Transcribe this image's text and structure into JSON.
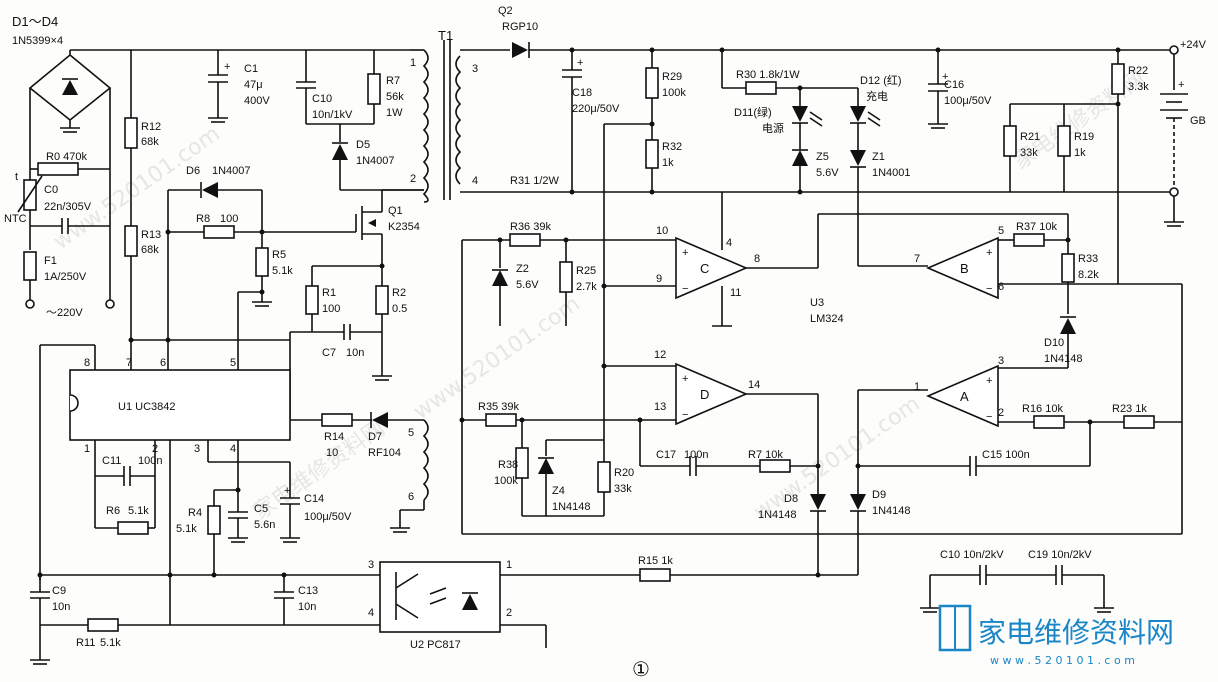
{
  "bridge": {
    "name": "D1～D4",
    "part": "1N5399×4"
  },
  "c1": {
    "name": "C1",
    "value": "47μ",
    "voltage": "400V"
  },
  "c10a": {
    "name": "C10",
    "value": "10n/1kV"
  },
  "r7a": {
    "name": "R7",
    "value": "56k",
    "power": "1W"
  },
  "d5": {
    "name": "D5",
    "part": "1N4007"
  },
  "t1": {
    "name": "T1",
    "pin1": "1",
    "pin2": "2",
    "pin3": "3",
    "pin4": "4",
    "pin5": "5",
    "pin6": "6"
  },
  "q2": {
    "name": "Q2",
    "part": "RGP10"
  },
  "c18": {
    "name": "C18",
    "value": "220μ/50V"
  },
  "r29": {
    "name": "R29",
    "value": "100k"
  },
  "r32": {
    "name": "R32",
    "value": "1k"
  },
  "r30": {
    "name": "R30",
    "value": "1.8k/1W"
  },
  "d11": {
    "name": "D11(绿)",
    "label": "电源"
  },
  "d12": {
    "name": "D12 (红)",
    "label": "充电"
  },
  "z5": {
    "name": "Z5",
    "value": "5.6V"
  },
  "z1": {
    "name": "Z1",
    "value": "1N4001"
  },
  "c16": {
    "name": "C16",
    "value": "100μ/50V"
  },
  "r22": {
    "name": "R22",
    "value": "3.3k"
  },
  "r21": {
    "name": "R21",
    "value": "33k"
  },
  "r19": {
    "name": "R19",
    "value": "1k"
  },
  "out_v": "+24V",
  "gb": "GB",
  "r12": {
    "name": "R12",
    "value": "68k"
  },
  "r0": {
    "name": "R0",
    "value": "470k"
  },
  "ntc": {
    "name": "NTC",
    "mark": "t"
  },
  "c0": {
    "name": "C0",
    "value": "22n/305V"
  },
  "f1": {
    "name": "F1",
    "value": "1A/250V"
  },
  "ac_in": "～220V",
  "d6": {
    "name": "D6",
    "part": "1N4007"
  },
  "r8": {
    "name": "R8",
    "value": "100"
  },
  "q1": {
    "name": "Q1",
    "part": "K2354"
  },
  "r13": {
    "name": "R13",
    "value": "68k"
  },
  "r5": {
    "name": "R5",
    "value": "5.1k"
  },
  "r1": {
    "name": "R1",
    "value": "100"
  },
  "r2": {
    "name": "R2",
    "value": "0.5"
  },
  "c7": {
    "name": "C7",
    "value": "10n"
  },
  "u1": {
    "name": "U1",
    "part": "UC3842",
    "pins": [
      "8",
      "7",
      "6",
      "5",
      "1",
      "2",
      "3",
      "4"
    ]
  },
  "r14": {
    "name": "R14",
    "value": "10"
  },
  "d7": {
    "name": "D7",
    "part": "RF104"
  },
  "c11": {
    "name": "C11",
    "value": "100n"
  },
  "r6": {
    "name": "R6",
    "value": "5.1k"
  },
  "r4": {
    "name": "R4",
    "value": "5.1k"
  },
  "c5": {
    "name": "C5",
    "value": "5.6n"
  },
  "c14": {
    "name": "C14",
    "value": "100μ/50V"
  },
  "c9": {
    "name": "C9",
    "value": "10n"
  },
  "c13": {
    "name": "C13",
    "value": "10n"
  },
  "r11": {
    "name": "R11",
    "value": "5.1k"
  },
  "u2": {
    "name": "U2",
    "part": "PC817",
    "pins": [
      "3",
      "4",
      "1",
      "2"
    ]
  },
  "r15": {
    "name": "R15",
    "value": "1k"
  },
  "r31": {
    "name": "R31",
    "value": "1/2W"
  },
  "r36": {
    "name": "R36",
    "value": "39k"
  },
  "z2": {
    "name": "Z2",
    "value": "5.6V"
  },
  "r25": {
    "name": "R25",
    "value": "2.7k"
  },
  "u3": {
    "name": "U3",
    "part": "LM324"
  },
  "opC": {
    "name": "C",
    "pins": [
      "10",
      "9",
      "8",
      "4",
      "11"
    ]
  },
  "opB": {
    "name": "B",
    "pins": [
      "5",
      "6",
      "7"
    ]
  },
  "opD": {
    "name": "D",
    "pins": [
      "12",
      "13",
      "14"
    ]
  },
  "opA": {
    "name": "A",
    "pins": [
      "3",
      "2",
      "1"
    ]
  },
  "r37": {
    "name": "R37",
    "value": "10k"
  },
  "r33": {
    "name": "R33",
    "value": "8.2k"
  },
  "d10": {
    "name": "D10",
    "part": "1N4148"
  },
  "r35": {
    "name": "R35",
    "value": "39k"
  },
  "r38": {
    "name": "R38",
    "value": "100k"
  },
  "z4": {
    "name": "Z4",
    "value": "1N4148"
  },
  "r20": {
    "name": "R20",
    "value": "33k"
  },
  "c17": {
    "name": "C17",
    "value": "100n"
  },
  "r7b": {
    "name": "R7",
    "value": "10k"
  },
  "d8": {
    "name": "D8",
    "part": "1N4148"
  },
  "d9": {
    "name": "D9",
    "part": "1N4148"
  },
  "r16": {
    "name": "R16",
    "value": "10k"
  },
  "r23": {
    "name": "R23",
    "value": "1k"
  },
  "c15": {
    "name": "C15",
    "value": "100n"
  },
  "c10b": {
    "name": "C10",
    "value": "10n/2kV"
  },
  "c19": {
    "name": "C19",
    "value": "10n/2kV"
  },
  "figure_no": "①",
  "watermark": {
    "site": "www.520101.com",
    "brand": "家电维修资料网",
    "url": "w w w . 5 2 0 1 0 1 . c o m"
  }
}
